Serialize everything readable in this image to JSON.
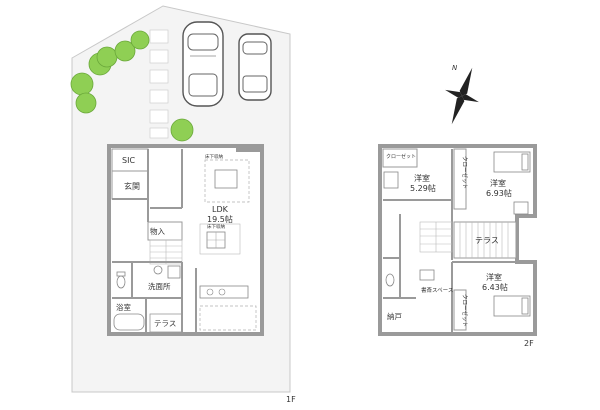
{
  "floor1": {
    "floor_label": "1F",
    "rooms": {
      "sic": "SIC",
      "entrance": "玄関",
      "ldk": "LDK",
      "ldk_area": "19.5帖",
      "storage": "物入",
      "washroom": "洗面所",
      "bath": "浴室",
      "terrace": "テラス",
      "floor_storage_a": "床下収納",
      "floor_storage_b": "床下収納"
    }
  },
  "floor2": {
    "floor_label": "2F",
    "rooms": {
      "closet_top": "クローゼット",
      "western1": "洋室",
      "western1_area": "5.29帖",
      "closet_mid": "クローゼット",
      "western2": "洋室",
      "western2_area": "6.93帖",
      "terrace": "テラス",
      "study": "書斎スペース",
      "western3": "洋室",
      "western3_area": "6.43帖",
      "closet_low": "クローゼット",
      "closet_small": "納戸"
    }
  },
  "compass": {
    "north_label": "N"
  },
  "colors": {
    "wall": "#9a9a9a",
    "tree": "#8fcf54",
    "tree_dark": "#6aa83a",
    "site_fill": "#f4f4f4"
  }
}
